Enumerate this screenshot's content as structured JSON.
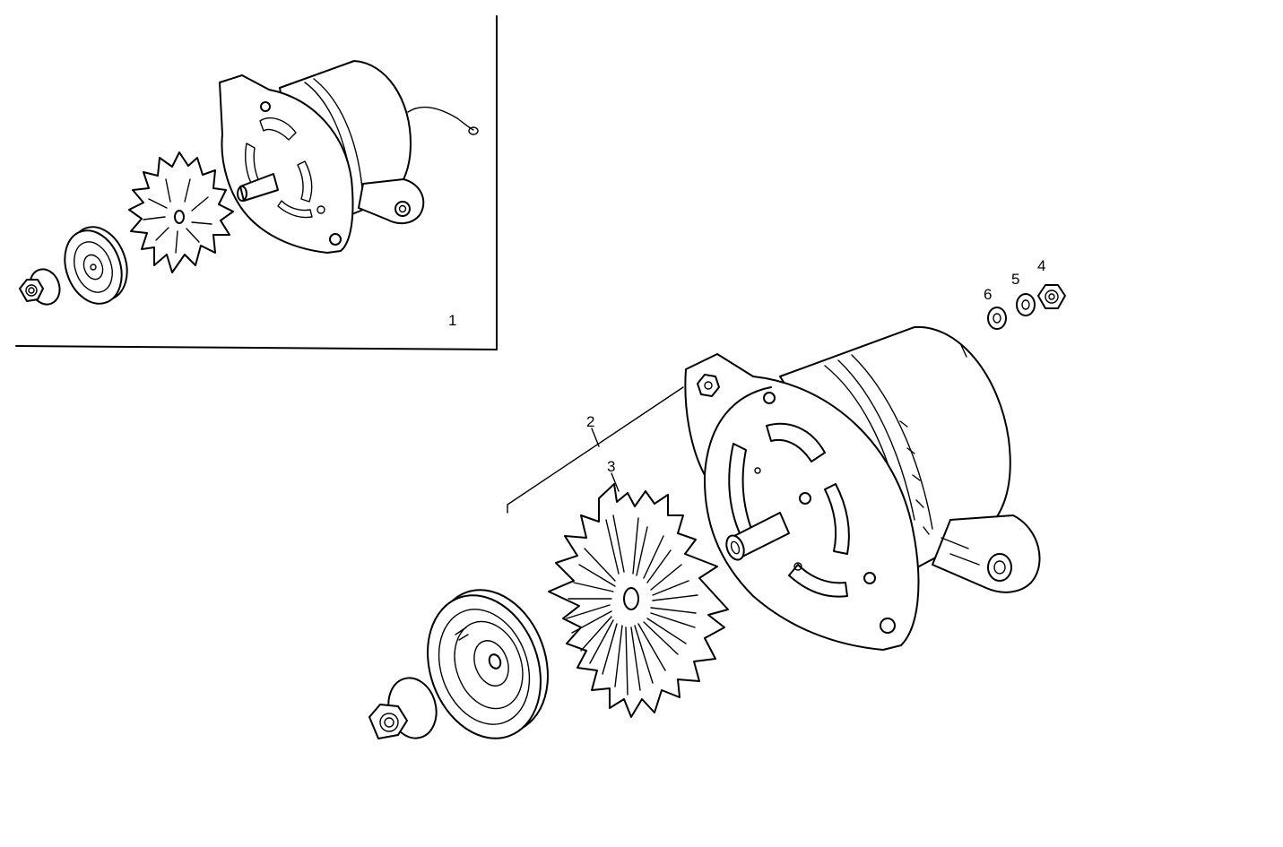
{
  "labels": {
    "assembly": "1",
    "alternator": "2",
    "fan": "3",
    "nut": "4",
    "spring_washer": "5",
    "washer": "6"
  },
  "colors": {
    "line": "#000000",
    "background": "#ffffff"
  }
}
